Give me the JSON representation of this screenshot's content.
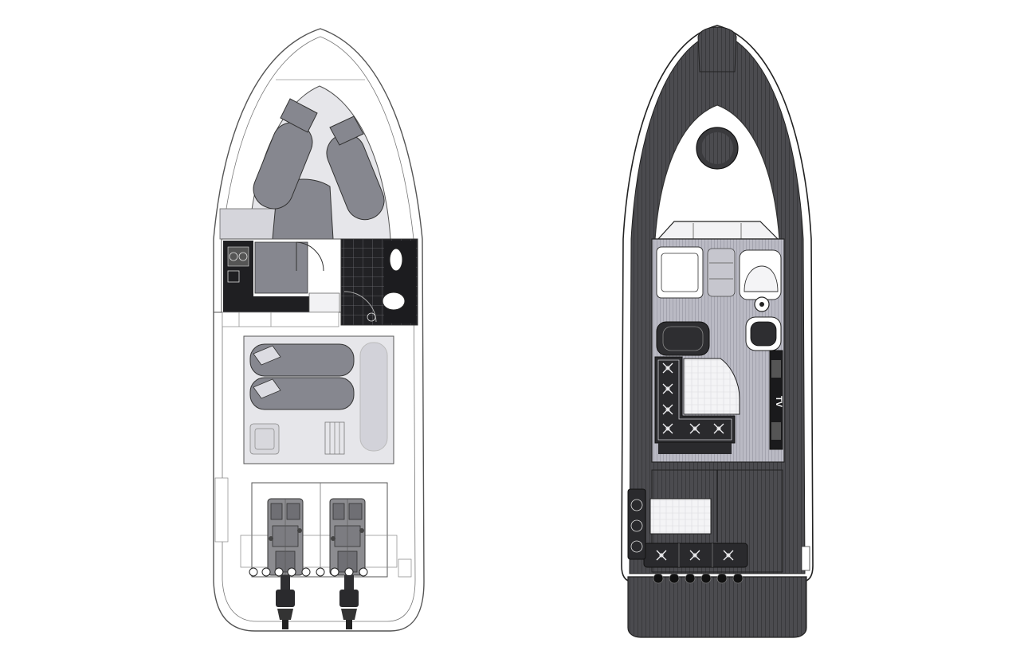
{
  "figure": {
    "panels": [
      {
        "id": "lower-deck",
        "label": ""
      },
      {
        "id": "main-deck",
        "label": ""
      }
    ],
    "tv_label": "TV"
  },
  "colors": {
    "background": "#ffffff",
    "hull_line": "#444444",
    "cabin_fill": "#e6e6e9",
    "cushion_fill": "#8a8b93",
    "dark_fill": "#2b2b2e",
    "teak_dark": "#4a4a4d",
    "teak_light": "#b9b9c2"
  }
}
